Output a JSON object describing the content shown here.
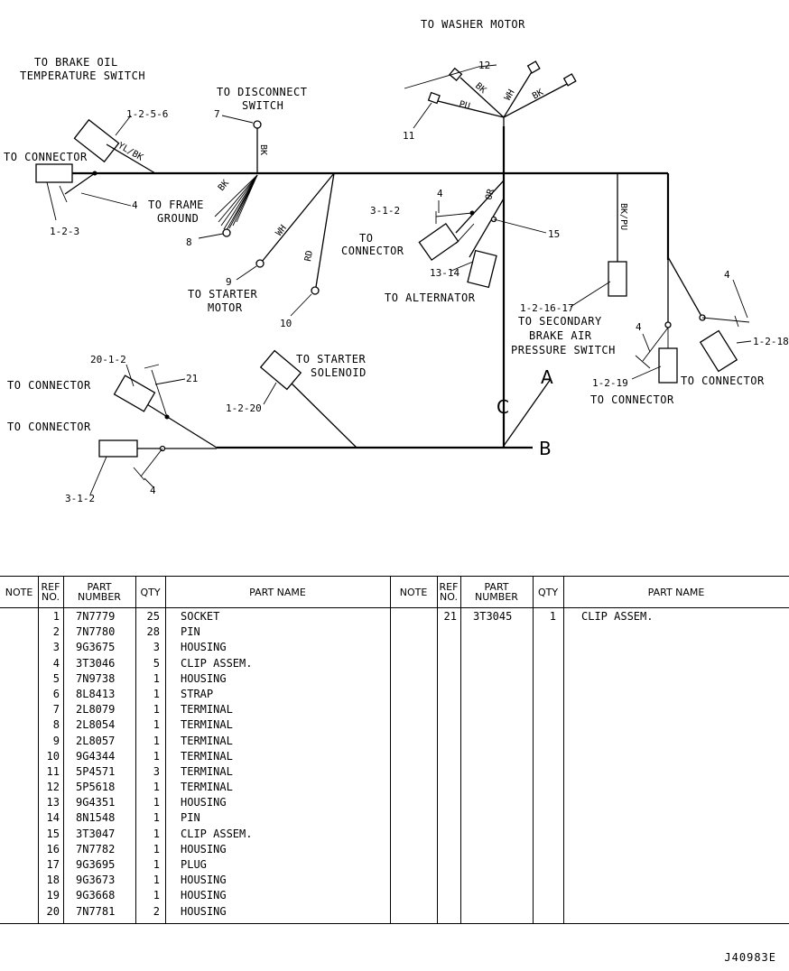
{
  "labels": {
    "washer_motor": "TO WASHER MOTOR",
    "brake_oil_1": "TO BRAKE OIL",
    "brake_oil_2": "TEMPERATURE SWITCH",
    "disconnect_1": "TO DISCONNECT",
    "disconnect_2": "SWITCH",
    "connector_tl": "TO CONNECTOR",
    "frame_ground_1": "TO FRAME",
    "frame_ground_2": "GROUND",
    "starter_motor_1": "TO STARTER",
    "starter_motor_2": "MOTOR",
    "connector_mid": "TO",
    "connector_mid_2": "CONNECTOR",
    "alternator": "TO ALTERNATOR",
    "secondary_1": "TO SECONDARY",
    "secondary_2": "BRAKE AIR",
    "secondary_3": "PRESSURE SWITCH",
    "connector_r1": "TO CONNECTOR",
    "connector_r2": "TO CONNECTOR",
    "connector_l2": "TO CONNECTOR",
    "connector_l3": "TO CONNECTOR",
    "starter_solenoid_1": "TO STARTER",
    "starter_solenoid_2": "SOLENOID",
    "letter_a": "A",
    "letter_b": "B",
    "letter_c": "C"
  },
  "wire_colors": {
    "yl_bk": "YL/BK",
    "bk_disc": "BK",
    "bk_ground": "BK",
    "wh_starter": "WH",
    "rd": "RD",
    "or": "OR",
    "bk_pu": "BK/PU",
    "pu": "PU",
    "bk_12": "BK",
    "wh_washer": "WH",
    "bk_washer": "BK"
  },
  "callouts": {
    "c_1256": "1-2-5-6",
    "c_7": "7",
    "c_4a": "4",
    "c_123": "1-2-3",
    "c_8": "8",
    "c_9": "9",
    "c_10": "10",
    "c_312": "3-1-2",
    "c_4b": "4",
    "c_15": "15",
    "c_1314": "13-14",
    "c_11": "11",
    "c_12": "12",
    "c_121617": "1-2-16-17",
    "c_4c": "4",
    "c_4d": "4",
    "c_1218": "1-2-18",
    "c_1219": "1-2-19",
    "c_2012": "20-1-2",
    "c_21": "21",
    "c_1220": "1-2-20",
    "c_312b": "3-1-2",
    "c_4e": "4"
  },
  "table": {
    "headers": {
      "note": "NOTE",
      "ref_1": "REF",
      "ref_2": "NO.",
      "pn_1": "PART",
      "pn_2": "NUMBER",
      "qty": "QTY",
      "name": "PART NAME",
      "note_r": "NOTE",
      "ref_r1": "REF",
      "ref_r2": "NO.",
      "pn_r1": "PART",
      "pn_r2": "NUMBER",
      "qty_r": "QTY",
      "name_r": "PART NAME"
    },
    "rows": [
      {
        "ref": "1",
        "pn": "7N7779",
        "qty": "25",
        "name": "SOCKET"
      },
      {
        "ref": "2",
        "pn": "7N7780",
        "qty": "28",
        "name": "PIN"
      },
      {
        "ref": "3",
        "pn": "9G3675",
        "qty": "3",
        "name": "HOUSING"
      },
      {
        "ref": "4",
        "pn": "3T3046",
        "qty": "5",
        "name": "CLIP ASSEM."
      },
      {
        "ref": "5",
        "pn": "7N9738",
        "qty": "1",
        "name": "HOUSING"
      },
      {
        "ref": "6",
        "pn": "8L8413",
        "qty": "1",
        "name": "STRAP"
      },
      {
        "ref": "7",
        "pn": "2L8079",
        "qty": "1",
        "name": "TERMINAL"
      },
      {
        "ref": "8",
        "pn": "2L8054",
        "qty": "1",
        "name": "TERMINAL"
      },
      {
        "ref": "9",
        "pn": "2L8057",
        "qty": "1",
        "name": "TERMINAL"
      },
      {
        "ref": "10",
        "pn": "9G4344",
        "qty": "1",
        "name": "TERMINAL"
      },
      {
        "ref": "11",
        "pn": "5P4571",
        "qty": "3",
        "name": "TERMINAL"
      },
      {
        "ref": "12",
        "pn": "5P5618",
        "qty": "1",
        "name": "TERMINAL"
      },
      {
        "ref": "13",
        "pn": "9G4351",
        "qty": "1",
        "name": "HOUSING"
      },
      {
        "ref": "14",
        "pn": "8N1548",
        "qty": "1",
        "name": "PIN"
      },
      {
        "ref": "15",
        "pn": "3T3047",
        "qty": "1",
        "name": "CLIP ASSEM."
      },
      {
        "ref": "16",
        "pn": "7N7782",
        "qty": "1",
        "name": "HOUSING"
      },
      {
        "ref": "17",
        "pn": "9G3695",
        "qty": "1",
        "name": "PLUG"
      },
      {
        "ref": "18",
        "pn": "9G3673",
        "qty": "1",
        "name": "HOUSING"
      },
      {
        "ref": "19",
        "pn": "9G3668",
        "qty": "1",
        "name": "HOUSING"
      },
      {
        "ref": "20",
        "pn": "7N7781",
        "qty": "2",
        "name": "HOUSING"
      }
    ],
    "rows_right": [
      {
        "ref": "21",
        "pn": "3T3045",
        "qty": "1",
        "name": "CLIP ASSEM."
      }
    ]
  },
  "doc_code": "J40983E"
}
